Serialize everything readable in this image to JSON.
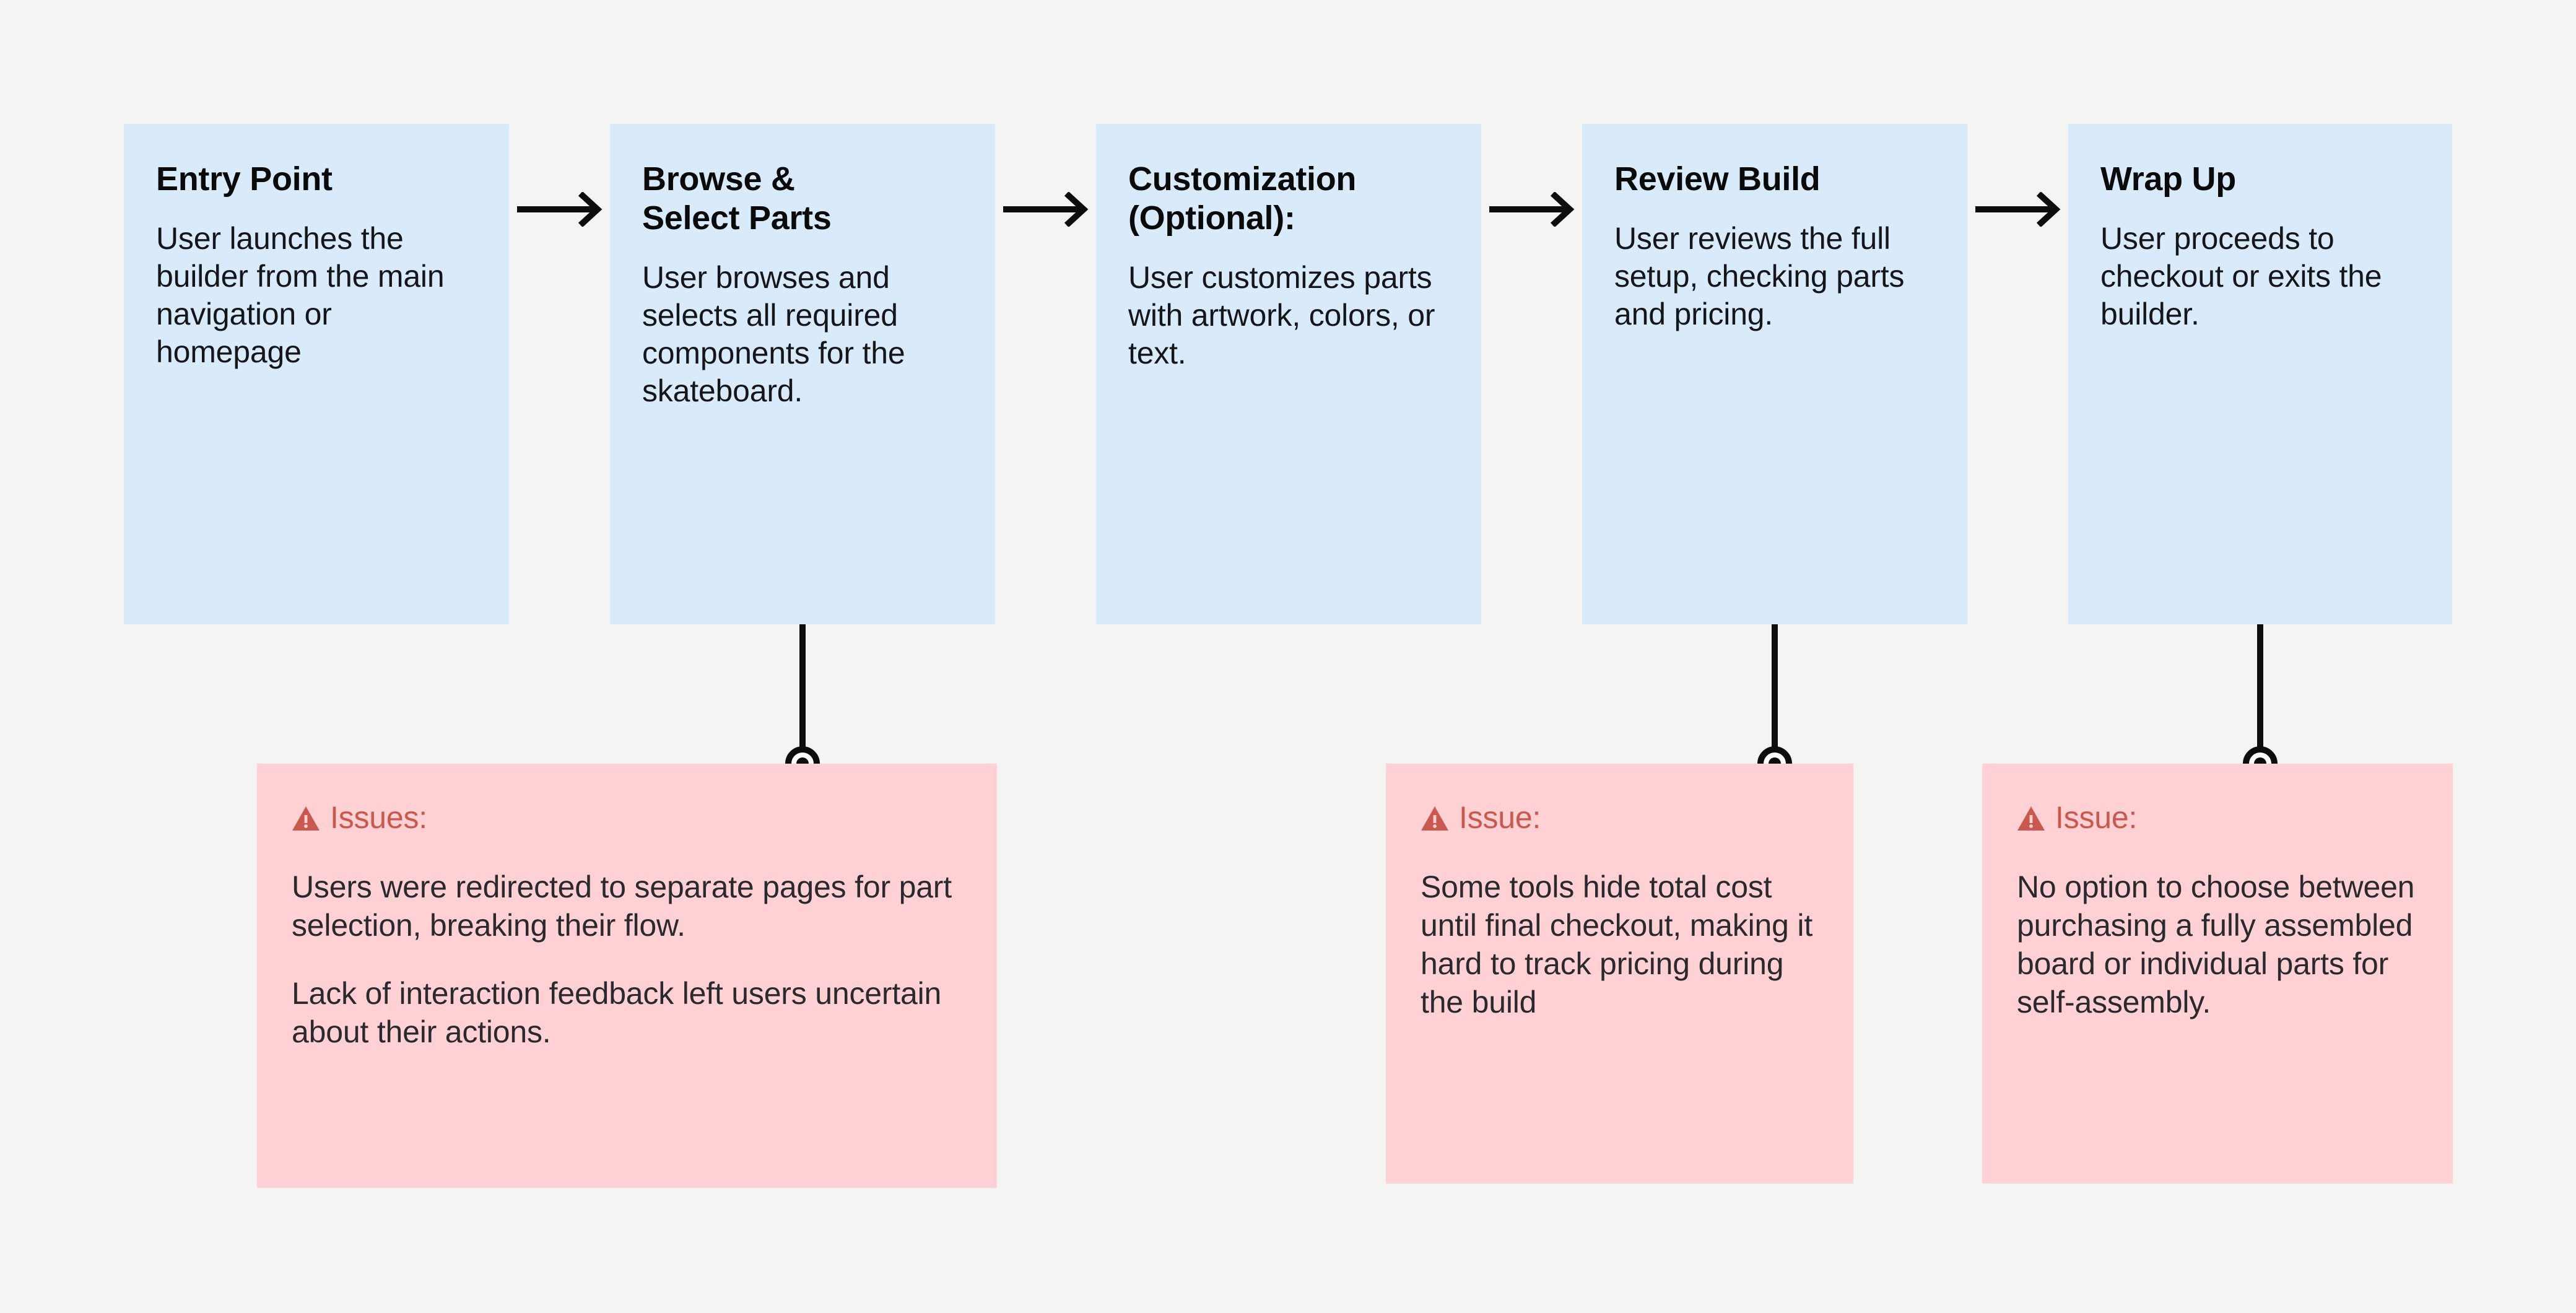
{
  "theme": {
    "page_background": "#F4F4F3",
    "stage_box_color": "#D9EBFB",
    "issue_box_color": "#FFD1D4",
    "issue_accent_color": "#C9584F",
    "connector_color": "#0D0D0D",
    "text_color": "#16161A"
  },
  "flow": {
    "stages": [
      {
        "id": "entry-point",
        "title": "Entry Point",
        "description": "User launches the builder from the main navigation or homepage"
      },
      {
        "id": "browse-select-parts",
        "title": "Browse &\nSelect Parts",
        "description": "User browses and selects all required components for the skateboard."
      },
      {
        "id": "customization",
        "title": "Customization\n(Optional):",
        "description": "User customizes parts with artwork, colors, or text."
      },
      {
        "id": "review-build",
        "title": "Review Build",
        "description": "User reviews the full setup, checking parts and pricing."
      },
      {
        "id": "wrap-up",
        "title": "Wrap Up",
        "description": "User proceeds to checkout or exits the builder."
      }
    ],
    "arrow_icon_name": "arrow-right-icon",
    "connector_marker_icon_name": "connector-ring-dot-icon"
  },
  "issues": [
    {
      "id": "issue-browse-select-parts",
      "icon": "warning-triangle-icon",
      "label": "Issues:",
      "paragraphs": [
        "Users were redirected to separate pages for part selection, breaking their flow.",
        "Lack of interaction feedback left users uncertain about their actions."
      ]
    },
    {
      "id": "issue-review-build",
      "icon": "warning-triangle-icon",
      "label": "Issue:",
      "paragraphs": [
        "Some tools hide total cost until final checkout, making it hard to track pricing during the build"
      ]
    },
    {
      "id": "issue-wrap-up",
      "icon": "warning-triangle-icon",
      "label": "Issue:",
      "paragraphs": [
        "No option to choose between purchasing a fully assembled board or individual parts for self-assembly."
      ]
    }
  ]
}
